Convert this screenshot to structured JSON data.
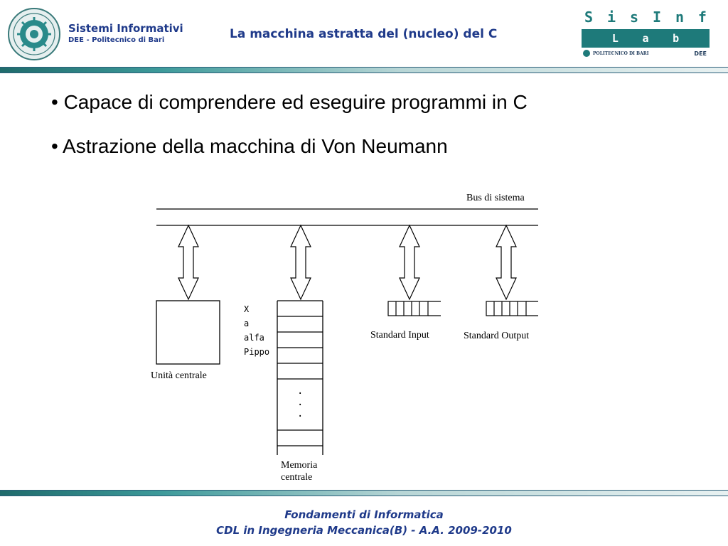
{
  "header": {
    "brand_title": "Sistemi Informativi",
    "brand_subtitle": "DEE - Politecnico di Bari",
    "slide_title": "La macchina astratta del (nucleo) del C",
    "logo_right": {
      "letters": [
        "S",
        "i",
        "s",
        "I",
        "n",
        "f"
      ],
      "lab_letters": [
        "L",
        "a",
        "b"
      ],
      "politecnico": "POLITECNICO DI BARI",
      "dee": "DEE"
    }
  },
  "bullets": [
    "• Capace di comprendere ed eseguire programmi in C",
    "• Astrazione della macchina di Von Neumann"
  ],
  "diagram": {
    "bus_label": "Bus di sistema",
    "cpu_label": "Unità centrale",
    "memory_vars": [
      "X",
      "a",
      "alfa",
      "Pippo"
    ],
    "memory_dots": ".",
    "memory_label_line1": "Memoria",
    "memory_label_line2": "centrale",
    "stdin_label": "Standard Input",
    "stdout_label": "Standard Output"
  },
  "footer": {
    "line1": "Fondamenti di Informatica",
    "line2": "CDL in Ingegneria Meccanica(B) - A.A. 2009-2010"
  },
  "colors": {
    "title_blue": "#1f3a8a",
    "teal": "#1e7a7a"
  }
}
